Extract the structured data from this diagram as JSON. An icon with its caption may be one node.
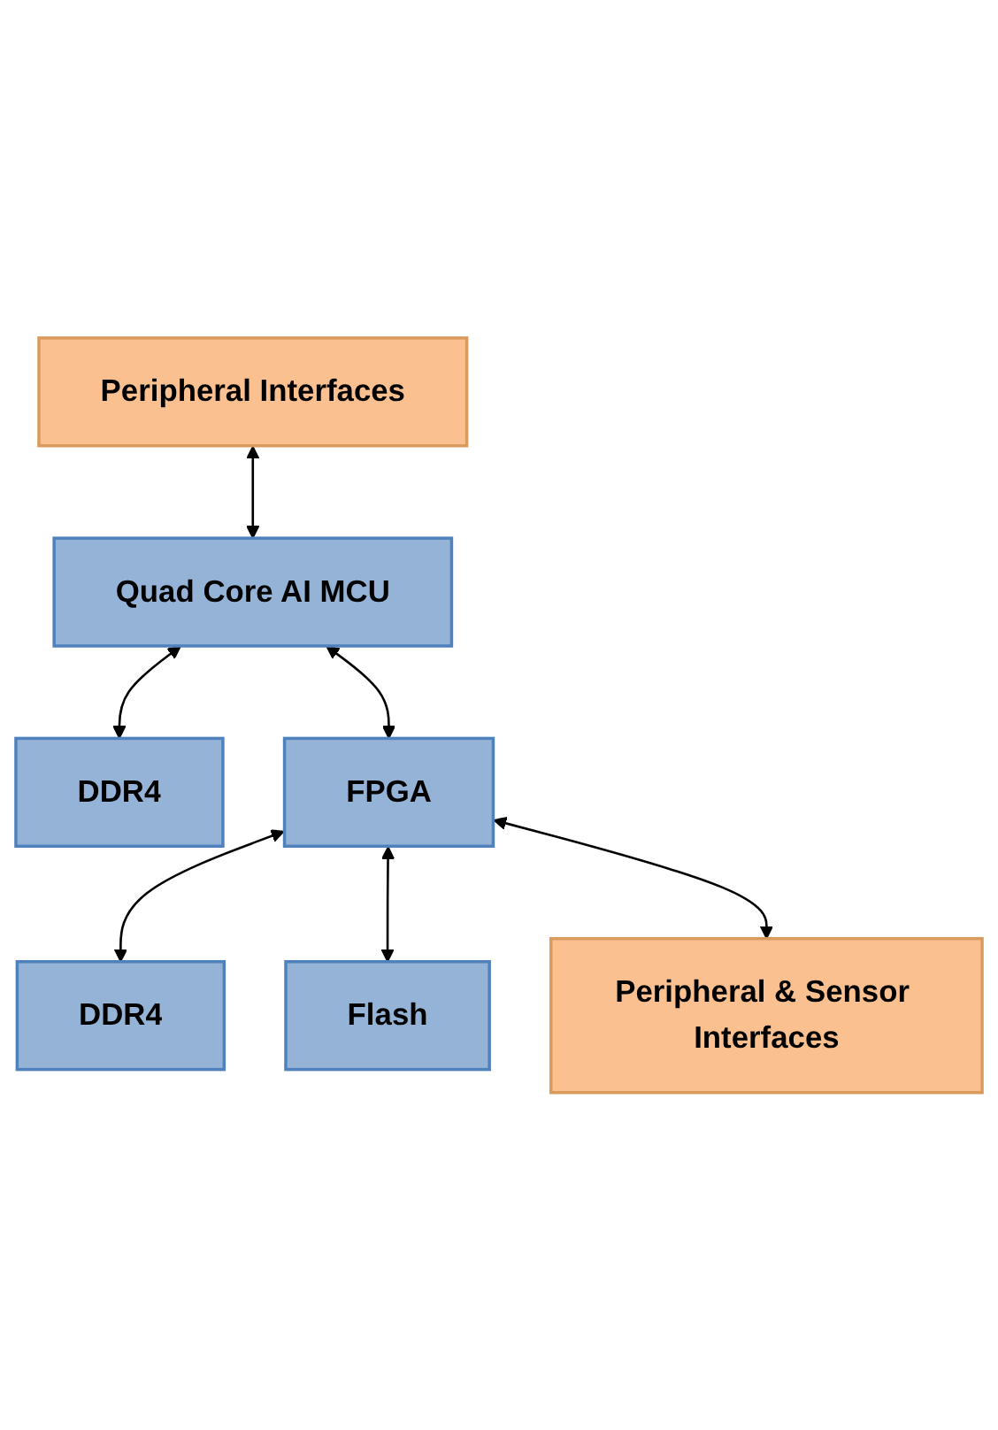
{
  "diagram": {
    "nodes": [
      {
        "text": [
          "Peripheral Interfaces"
        ]
      },
      {
        "text": [
          "Quad Core AI MCU"
        ]
      },
      {
        "text": [
          "DDR4"
        ]
      },
      {
        "text": [
          "FPGA"
        ]
      },
      {
        "text": [
          "DDR4"
        ]
      },
      {
        "text": [
          "Flash"
        ]
      },
      {
        "text": [
          "Peripheral & Sensor Interfaces"
        ]
      }
    ],
    "edges": [
      {
        "from": 0,
        "to": 1,
        "arrow": "both"
      },
      {
        "from": 1,
        "to": 2,
        "arrow": "both"
      },
      {
        "from": 1,
        "to": 3,
        "arrow": "both"
      },
      {
        "from": 3,
        "to": 4,
        "arrow": "both"
      },
      {
        "from": 3,
        "to": 5,
        "arrow": "both"
      },
      {
        "from": 3,
        "to": 6,
        "arrow": "both"
      }
    ]
  }
}
